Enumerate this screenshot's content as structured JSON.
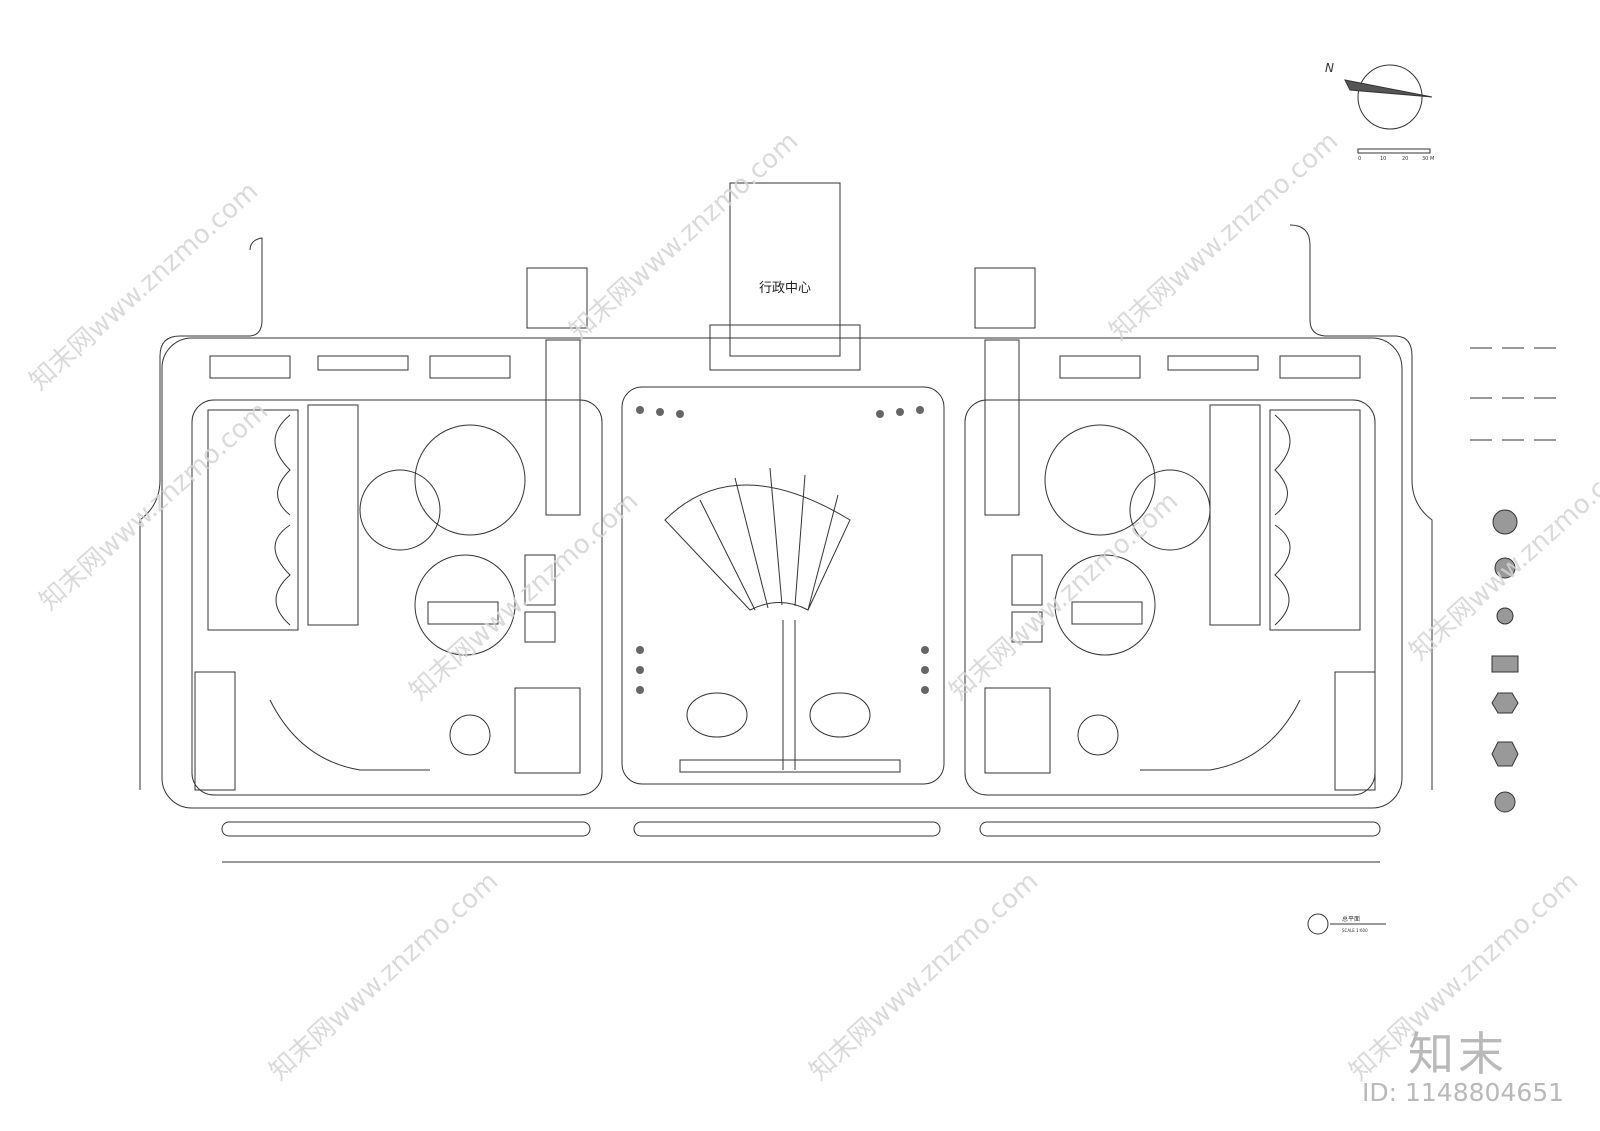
{
  "plan": {
    "building_label": "行政中心",
    "compass_letter": "N",
    "scale_bar_labels": [
      "0",
      "10",
      "20",
      "30 M"
    ],
    "title_label": "总平面",
    "title_scale": "SCALE 1:600"
  },
  "watermark": {
    "brand": "知末",
    "id": "ID: 1148804651",
    "diagonal": [
      "知末网www.znzmo.com",
      "知末网www.znzmo.com",
      "知末网www.znzmo.com",
      "知末网www.znzmo.com",
      "知末网www.znzmo.com",
      "知末网www.znzmo.com",
      "知末网www.znzmo.com",
      "知末网www.znzmo.com",
      "知末网www.znzmo.com",
      "知末网www.znzmo.com"
    ]
  },
  "legend": {
    "symbols": [
      "tree-ring-large",
      "tree-ring-medium",
      "tree-ring-small",
      "rect-block",
      "octagon-shrub",
      "hexagon-shrub",
      "circle-shrub"
    ]
  }
}
